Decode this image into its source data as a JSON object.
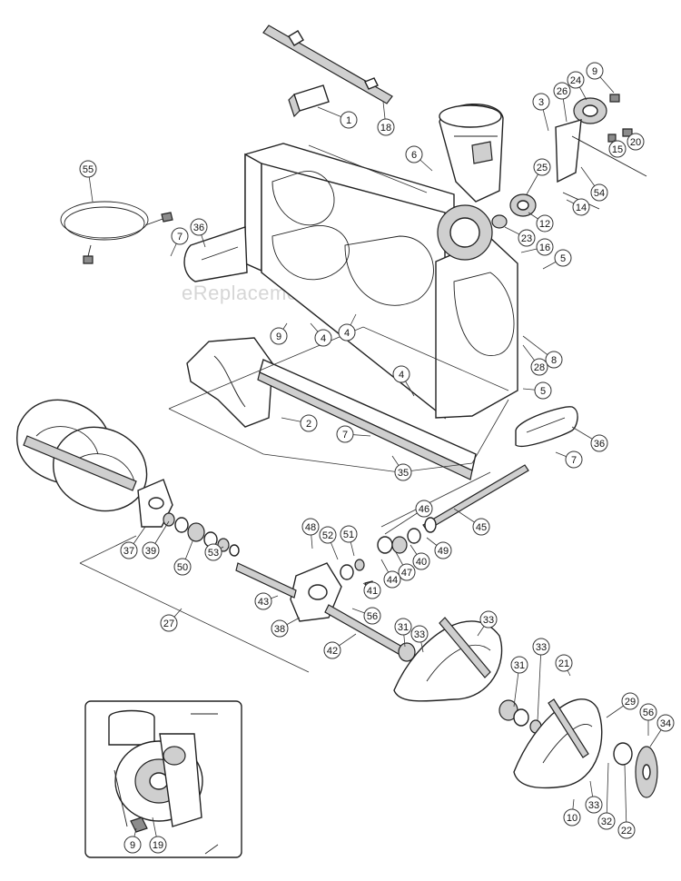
{
  "watermark": "eReplacementParts.com",
  "callouts": [
    "1",
    "18",
    "9",
    "24",
    "3",
    "26",
    "20",
    "15",
    "6",
    "25",
    "55",
    "7",
    "36",
    "12",
    "54",
    "14",
    "23",
    "16",
    "5",
    "9",
    "4",
    "4",
    "8",
    "28",
    "4",
    "5",
    "2",
    "7",
    "36",
    "7",
    "35",
    "45",
    "46",
    "48",
    "52",
    "51",
    "49",
    "37",
    "39",
    "50",
    "53",
    "40",
    "47",
    "44",
    "41",
    "43",
    "38",
    "56",
    "27",
    "42",
    "31",
    "33",
    "33",
    "31",
    "33",
    "21",
    "29",
    "56",
    "34",
    "9",
    "19",
    "10",
    "33",
    "32",
    "22"
  ],
  "inset_callouts": [
    "9",
    "19"
  ]
}
